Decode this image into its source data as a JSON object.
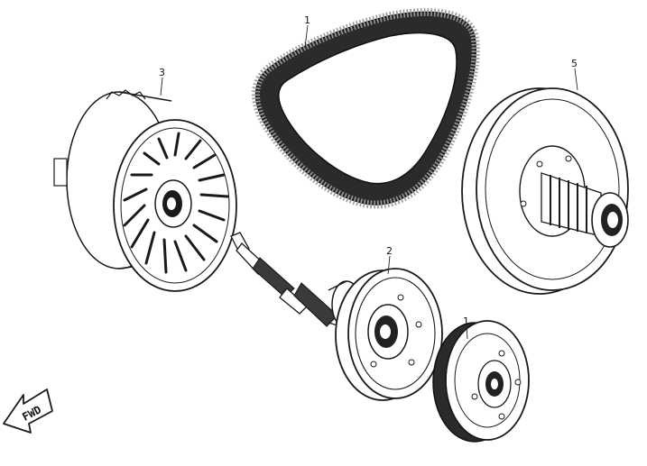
{
  "diagram": {
    "part_numbers": {
      "belt": "1",
      "clutch_cover": "2",
      "drive_pulley": "3",
      "clutch_shoe": "1",
      "driven_pulley": "5"
    },
    "direction_label": "FWD"
  }
}
